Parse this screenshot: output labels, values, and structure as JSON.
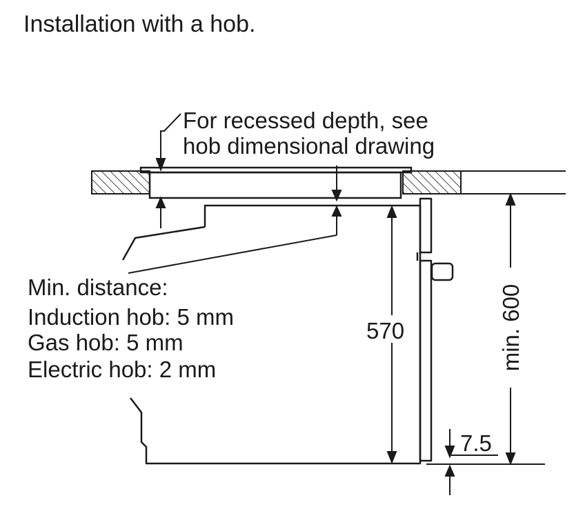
{
  "heading": "Installation with a hob.",
  "recess_note": {
    "line1": "For recessed depth, see",
    "line2": "hob dimensional drawing"
  },
  "min_distance": {
    "title": "Min. distance:",
    "items": [
      "Induction hob: 5 mm",
      "Gas hob: 5 mm",
      "Electric hob: 2 mm"
    ]
  },
  "dimensions": {
    "oven_height": "570",
    "cabinet_height": "min. 600",
    "base_gap": "7.5"
  },
  "colors": {
    "line": "#1a1a1a",
    "background": "#ffffff"
  }
}
